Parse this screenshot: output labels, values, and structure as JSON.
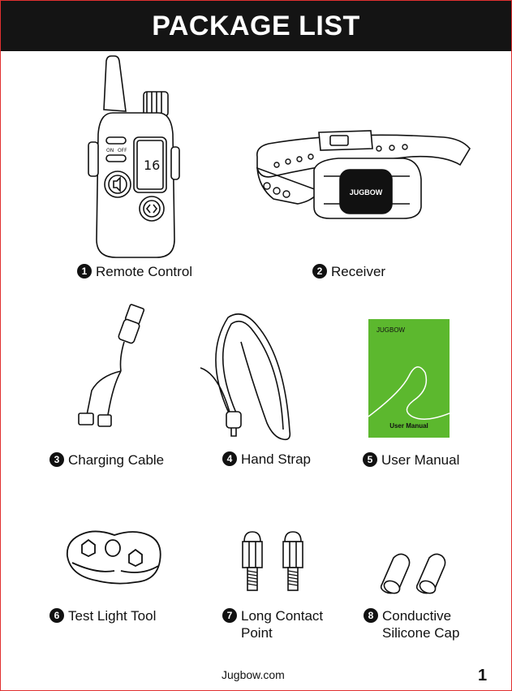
{
  "header": {
    "title": "PACKAGE LIST"
  },
  "items": [
    {
      "num": "1",
      "label": "Remote Control"
    },
    {
      "num": "2",
      "label": "Receiver"
    },
    {
      "num": "3",
      "label": "Charging Cable"
    },
    {
      "num": "4",
      "label": "Hand Strap"
    },
    {
      "num": "5",
      "label": "User Manual"
    },
    {
      "num": "6",
      "label": "Test Light Tool"
    },
    {
      "num": "7",
      "label": "Long Contact\nPoint"
    },
    {
      "num": "8",
      "label": "Conductive\nSilicone Cap"
    }
  ],
  "remote": {
    "display_value": "16",
    "on_label": "ON",
    "off_label": "OFF"
  },
  "receiver": {
    "brand": "JUGBOW"
  },
  "manual": {
    "brand": "JUGBOW",
    "title": "User Manual",
    "cover_color": "#5cb82e"
  },
  "footer": {
    "website": "Jugbow.com",
    "page_number": "1"
  }
}
